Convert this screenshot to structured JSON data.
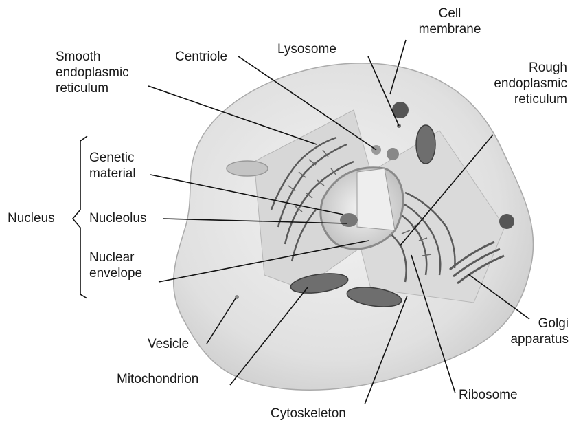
{
  "labels": {
    "cell_membrane": [
      "Cell",
      "membrane"
    ],
    "lysosome": "Lysosome",
    "centriole": "Centriole",
    "smooth_er": [
      "Smooth",
      "endoplasmic",
      "reticulum"
    ],
    "rough_er": [
      "Rough",
      "endoplasmic",
      "reticulum"
    ],
    "genetic_material": [
      "Genetic",
      "material"
    ],
    "nucleolus": "Nucleolus",
    "nuclear_envelope": [
      "Nuclear",
      "envelope"
    ],
    "nucleus": "Nucleus",
    "vesicle": "Vesicle",
    "mitochondrion": "Mitochondrion",
    "cytoskeleton": "Cytoskeleton",
    "ribosome": "Ribosome",
    "golgi": [
      "Golgi",
      "apparatus"
    ]
  },
  "colors": {
    "cell_fill": "#e6e6e6",
    "cut_face": "#d2d2d2",
    "organelle_dark": "#555555",
    "line": "#111111"
  }
}
